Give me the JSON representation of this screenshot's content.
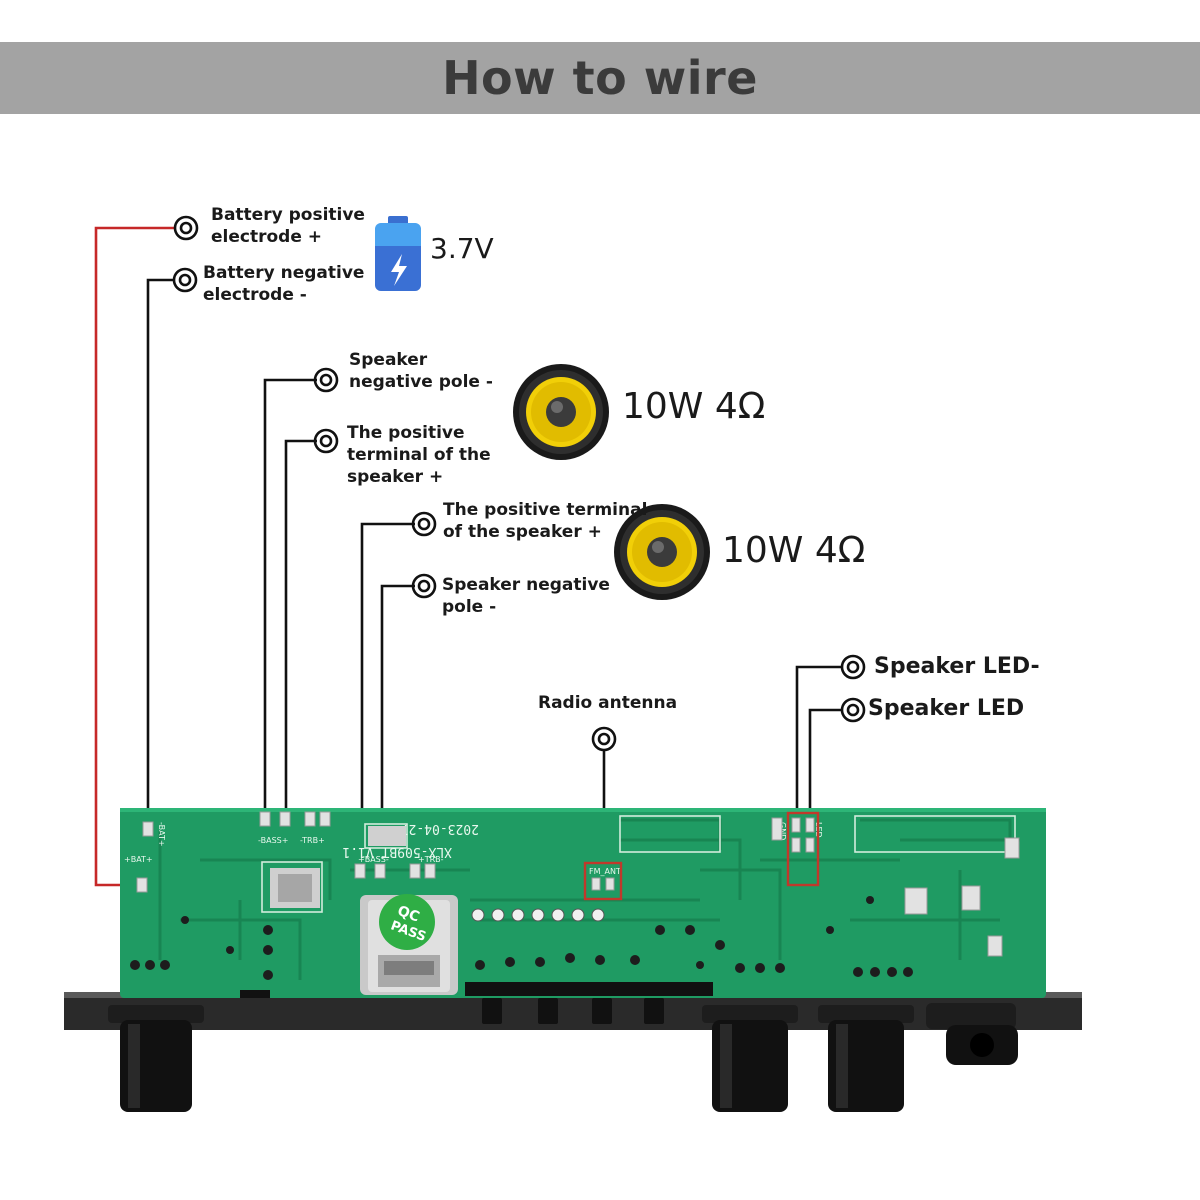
{
  "header": {
    "title": "How to wire"
  },
  "battery": {
    "positive_label": "Battery positive\nelectrode +",
    "negative_label": "Battery negative\nelectrode -",
    "voltage": "3.7V"
  },
  "speaker_1": {
    "negative_label": "Speaker\nnegative pole -",
    "positive_label": "The positive\nterminal of the\nspeaker +",
    "rating": "10W 4Ω"
  },
  "speaker_2": {
    "positive_label": "The positive terminal\nof the speaker +",
    "negative_label": "Speaker negative\npole -",
    "rating": "10W 4Ω"
  },
  "radio": {
    "label": "Radio antenna"
  },
  "led": {
    "negative_label": "Speaker LED-",
    "positive_label": "Speaker LED"
  },
  "board": {
    "silkscreen_date": "2023-04-27",
    "silkscreen_model": "XLX-509BT_V1.1",
    "pad_bat_pos": "+BAT+",
    "pad_bat_neg": "-BAT+",
    "pad_bass": "-BASS+",
    "pad_trb": "-TRB+",
    "pad_bass_2": "+BASS-",
    "pad_trb_2": "+TRB-",
    "pad_fm": "FM_ANT",
    "pad_led_gnd": "GND",
    "pad_led": "LED-",
    "qc_line1": "QC",
    "qc_line2": "PASS"
  },
  "colors": {
    "header_bg": "#a3a3a3",
    "pcb_green": "#1f9b63",
    "battery_wire": "#c62828",
    "wire": "#111111",
    "highlight": "#c0392b",
    "speaker_cone": "#e6c200"
  }
}
